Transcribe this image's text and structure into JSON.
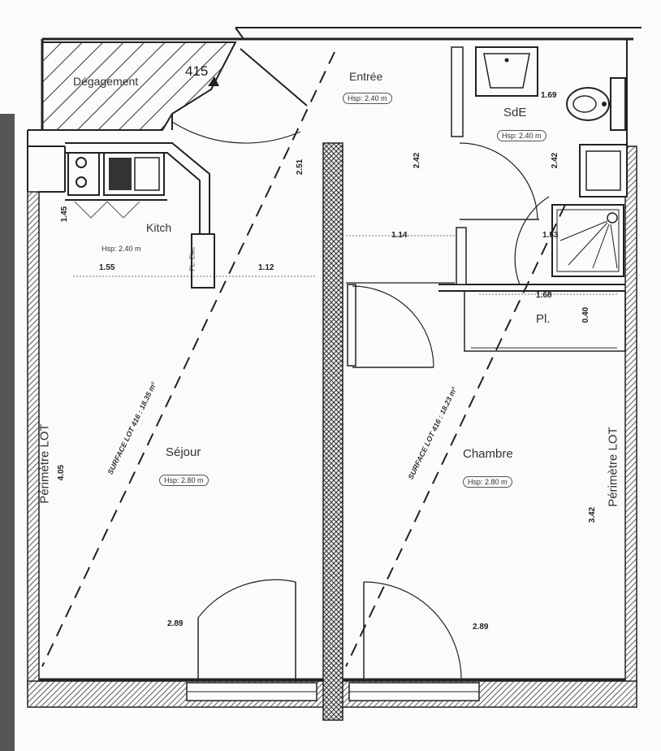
{
  "rooms": {
    "degagement": {
      "name": "Dégagement"
    },
    "entree": {
      "name": "Entrée",
      "hsp": "Hsp: 2.40 m"
    },
    "sde": {
      "name": "SdE",
      "hsp": "Hsp: 2.40 m"
    },
    "kitch": {
      "name": "Kitch",
      "hsp": "Hsp: 2.40 m"
    },
    "sejour": {
      "name": "Séjour",
      "hsp": "Hsp: 2.80 m"
    },
    "chambre": {
      "name": "Chambre",
      "hsp": "Hsp: 2.80 m"
    },
    "placard": {
      "name": "Pl."
    }
  },
  "lot_number": "415",
  "electric_panel": "PL. Elec",
  "perimeter_label": "Périmètre LOT",
  "surfaces": {
    "lot416_left": "SURFACE LOT 416 : 18.35 m²",
    "lot416_right": "SURFACE LOT 416 : 18.23 m²"
  },
  "dimensions": {
    "d_251": "2.51",
    "d_242_entree": "2.42",
    "d_169": "1.69",
    "d_242_sde": "2.42",
    "d_145": "1.45",
    "d_155": "1.55",
    "d_112": "1.12",
    "d_114": "1.14",
    "d_153": "1.53",
    "d_168": "1.68",
    "d_040": "0.40",
    "d_405": "4.05",
    "d_342": "3.42",
    "d_289_left": "2.89",
    "d_289_right": "2.89"
  }
}
